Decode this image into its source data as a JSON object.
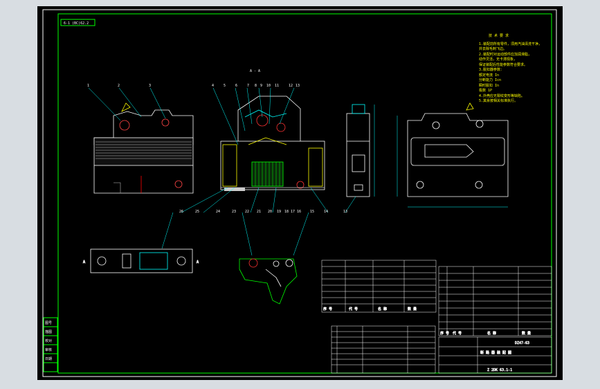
{
  "drawing": {
    "corner_label": "6-1 (BC)62.2",
    "section_title": "A - A",
    "tech_title": "技 术 要 求",
    "tech_lines": [
      "1.装配前所有零件，须用汽油清洗干净，",
      "并去除毛刺飞边。",
      "2.装配时对运动部件应加润滑脂，",
      "动作灵活，无卡滞现象，",
      "保证装配后性能参数符合要求。",
      "3.脱扣器参数：",
      "  额定电流 In",
      "  分断能力 Icn",
      "  瞬时脱扣 In",
      "  极数 1P",
      "4.外壳应无裂纹变形等缺陷。",
      "5.其余按相关标准执行。"
    ],
    "balloon_labels_top": [
      "1",
      "2",
      "3",
      "4",
      "5",
      "6",
      "7",
      "8",
      "9",
      "10",
      "11",
      "12",
      "13"
    ],
    "balloon_labels_bottom": [
      "26",
      "25",
      "24",
      "23",
      "22",
      "21",
      "20",
      "19",
      "18",
      "17",
      "16",
      "15",
      "14",
      "13"
    ],
    "view_labels": [
      "A",
      "A"
    ],
    "parts_table_mid_header": [
      "序 号",
      "代 号",
      "名 称",
      "数 量"
    ],
    "parts_table_right_header": [
      "序 号",
      "代 号",
      "名 称",
      "数 量"
    ],
    "title_block": [
      "DZ47-63",
      "断 路 器 装 配 图",
      "Z 2DK 63.1-1"
    ],
    "side_stamp": [
      "图号",
      "描图",
      "校对",
      "审核",
      "日期"
    ]
  }
}
